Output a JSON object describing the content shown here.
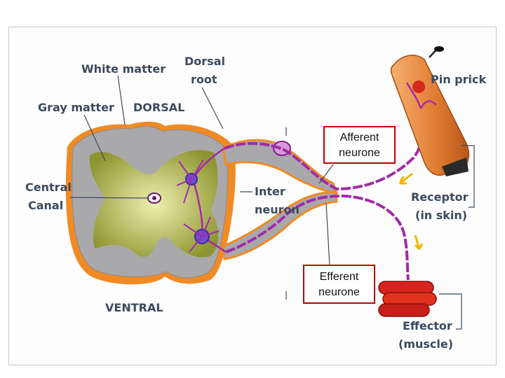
{
  "labels": {
    "white_matter": "White matter",
    "dorsal_root_line1": "Dorsal",
    "dorsal_root_line2": "root",
    "gray_matter": "Gray matter",
    "dorsal": "DORSAL",
    "pin_prick": "Pin prick",
    "central_canal_line1": "Central",
    "central_canal_line2": "Canal",
    "inter_neuron_line1": "Inter",
    "inter_neuron_line2": "neuron",
    "receptor_line1": "Receptor",
    "receptor_line2": "(in skin)",
    "ventral": "VENTRAL",
    "effector_line1": "Effector",
    "effector_line2": "(muscle)"
  },
  "boxes": {
    "afferent_line1": "Afferent",
    "afferent_line2": "neurone",
    "efferent_line1": "Efferent",
    "efferent_line2": "neurone"
  },
  "colors": {
    "white_matter": "#a9a9ab",
    "gray_matter": "#a8b04a",
    "meninges": "#f08a24",
    "nerve": "#a22aa8",
    "skin": "#e8823a",
    "muscle": "#d8241e",
    "label_text": "#3a4a5e",
    "box_border": "#c00000"
  }
}
